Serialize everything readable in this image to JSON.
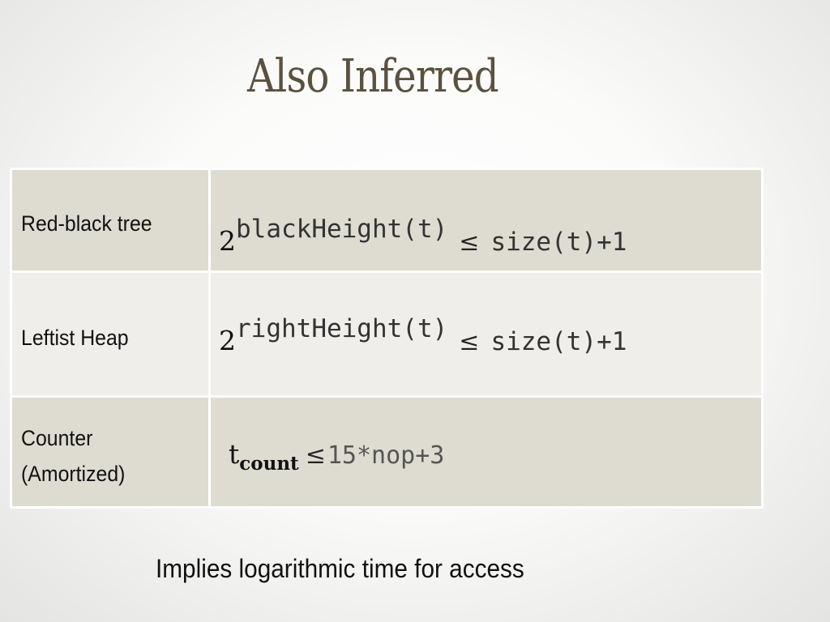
{
  "slide": {
    "title": "Also Inferred",
    "footer": "Implies logarithmic time for access"
  },
  "table": {
    "rows": [
      {
        "label": "Red-black tree",
        "base": "2",
        "exponent": "blackHeight(t)",
        "relation": "≤",
        "rhs": "size(t)+1"
      },
      {
        "label": "Leftist Heap",
        "base": "2",
        "exponent": "rightHeight(t)",
        "relation": "≤",
        "rhs": "size(t)+1"
      },
      {
        "label_line1": "Counter",
        "label_line2": "(Amortized)",
        "var": "t",
        "subscript": "count",
        "relation": "≤",
        "rhs": "15*nop+3"
      }
    ]
  },
  "colors": {
    "title": "#5a5140",
    "row_dark": "#dedcd1",
    "row_light": "#efeeea"
  }
}
